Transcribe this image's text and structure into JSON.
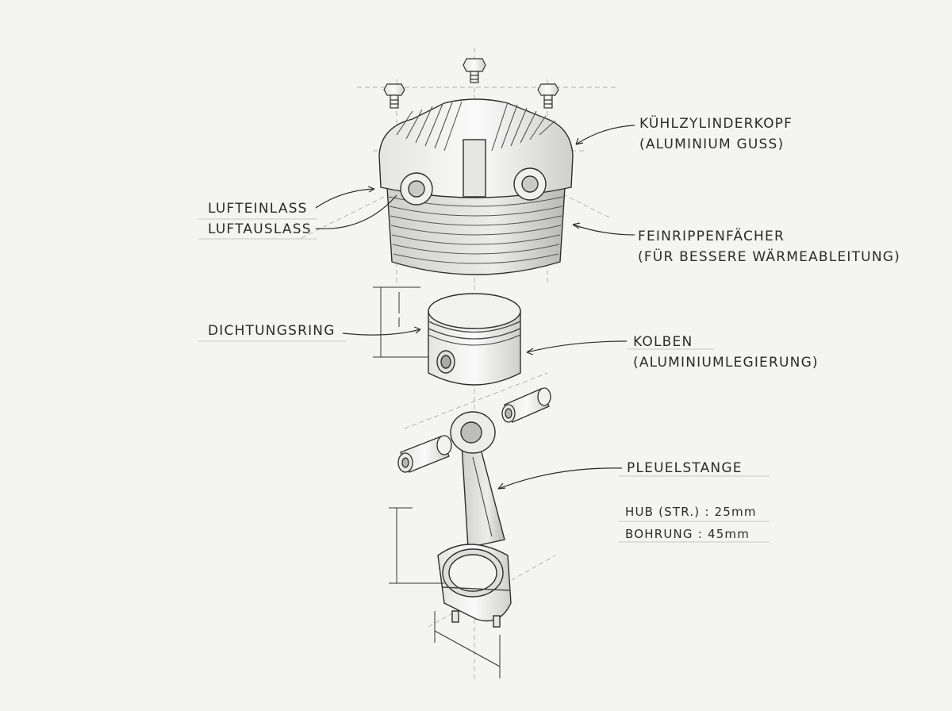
{
  "labels": {
    "cylinder_head": "KÜHLZYLINDERKOPF",
    "cylinder_head_sub": "(ALUMINIUM GUSS)",
    "air_inlet": "LUFTEINLASS",
    "air_outlet": "LUFTAUSLASS",
    "fins": "FEINRIPPENFÄCHER",
    "fins_sub": "(FÜR BESSERE WÄRMEABLEITUNG)",
    "seal_ring": "DICHTUNGSRING",
    "piston": "KOLBEN",
    "piston_sub": "(ALUMINIUMLEGIERUNG)",
    "connecting_rod": "PLEUELSTANGE"
  },
  "specs": {
    "stroke": "HUB (STR.) : 25mm",
    "bore": "BOHRUNG : 45mm"
  },
  "colors": {
    "ink": "#2b2b2b",
    "paper": "#f4f4f2",
    "shade": "#bdbdbd"
  }
}
